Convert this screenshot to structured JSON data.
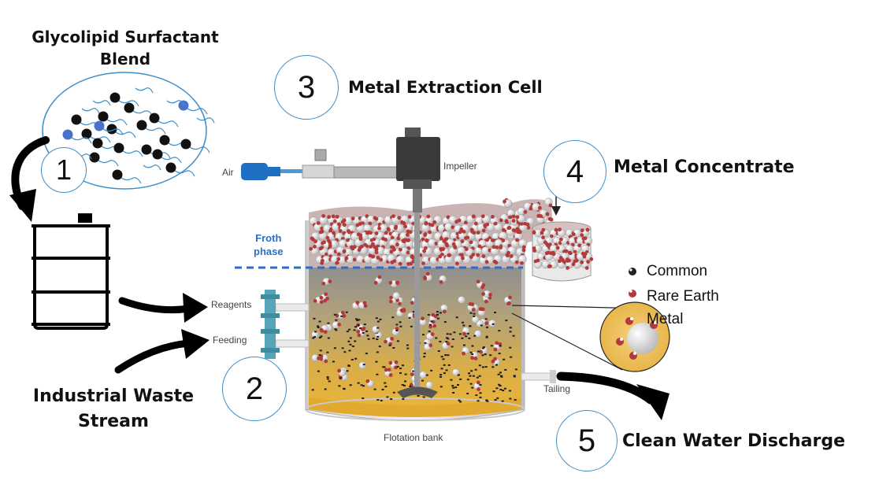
{
  "surfactant": {
    "title_line1": "Glycolipid Surfactant",
    "title_line2": "Blend",
    "step": "1"
  },
  "waste": {
    "title_line1": "Industrial Waste",
    "title_line2": "Stream",
    "step": "2"
  },
  "cell": {
    "title": "Metal Extraction Cell",
    "step": "3"
  },
  "concentrate": {
    "title": "Metal Concentrate",
    "step": "4"
  },
  "discharge": {
    "title": "Clean Water Discharge",
    "step": "5"
  },
  "labels": {
    "air": "Air",
    "impeller": "Impeller",
    "froth_line1": "Froth",
    "froth_line2": "phase",
    "reagents": "Reagents",
    "feeding": "Feeding",
    "tailing": "Tailing",
    "flotation_bank": "Flotation bank"
  },
  "legend": {
    "common": "Common",
    "rare_earth_line1": "Rare Earth",
    "rare_earth_line2": "Metal"
  },
  "colors": {
    "accent_blue": "#3d8fc9",
    "froth_line": "#2a6fc7",
    "slurry_top": "#9a9a9a",
    "slurry_bottom": "#e8b43a",
    "particle_red": "#b33a3a"
  }
}
